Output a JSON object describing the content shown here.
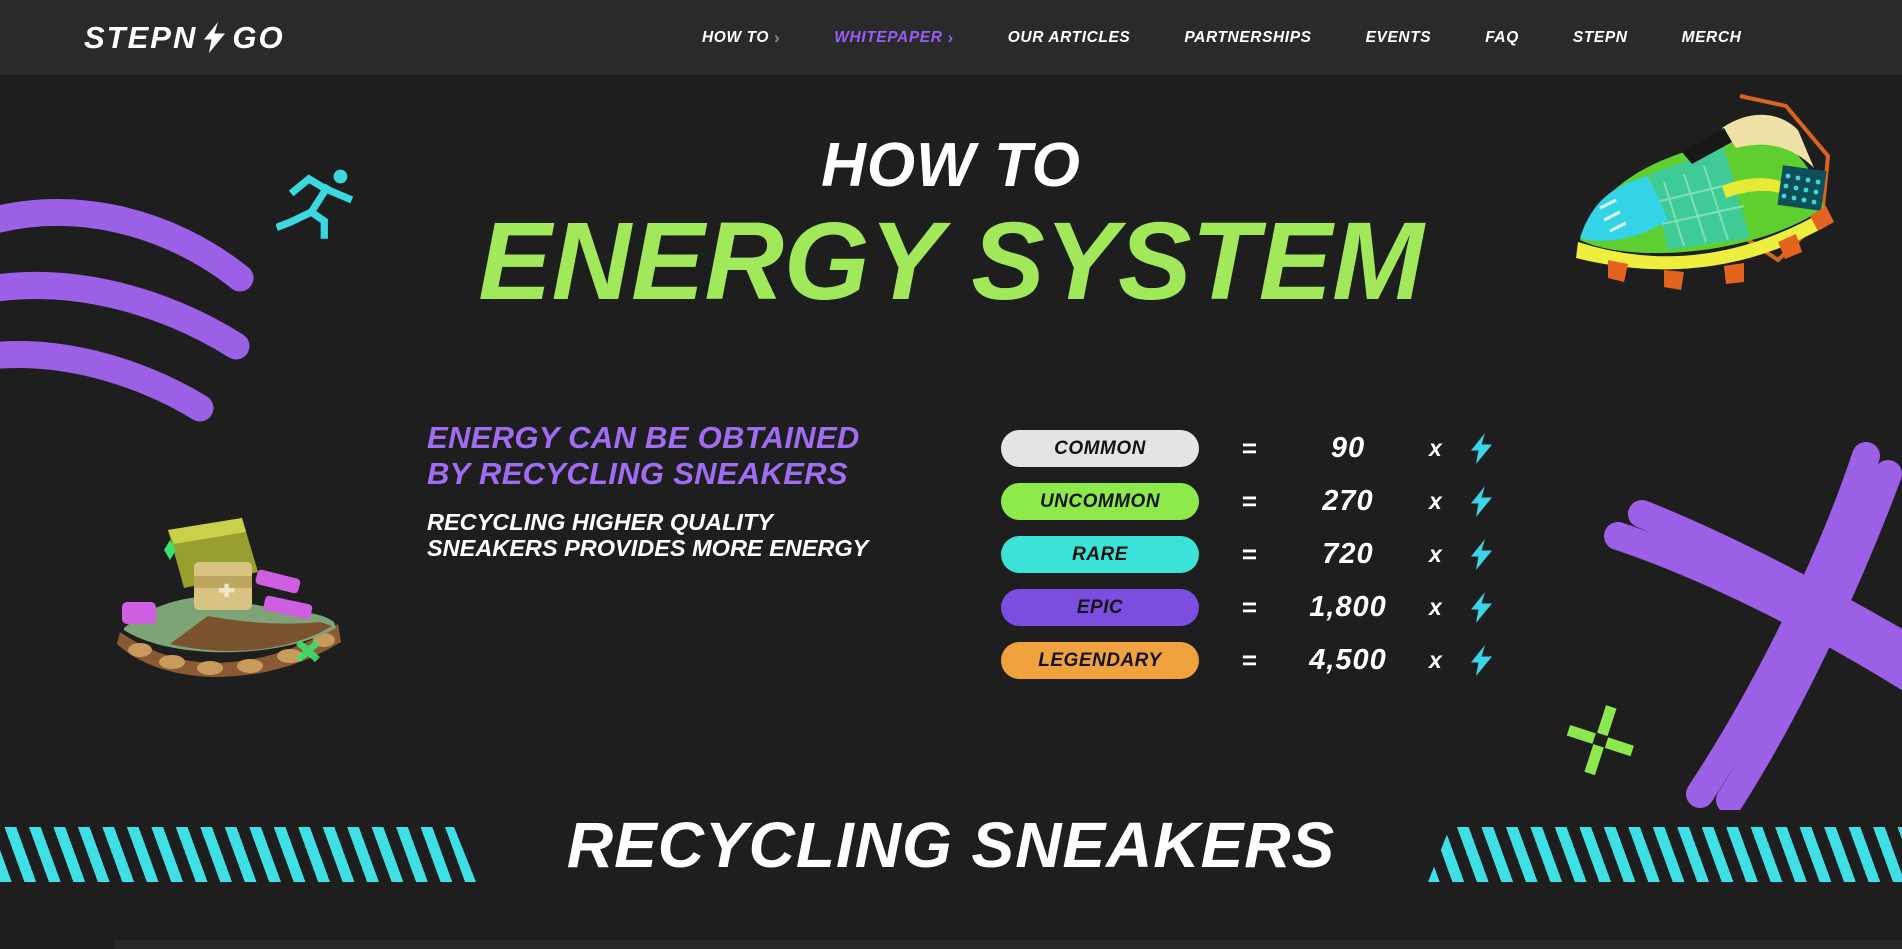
{
  "nav": {
    "logo_part1": "STEPN",
    "logo_part2": "GO",
    "chevron_glyph": "›",
    "items": [
      {
        "label": "HOW TO",
        "has_chevron": true,
        "active": false
      },
      {
        "label": "WHITEPAPER",
        "has_chevron": true,
        "active": true
      },
      {
        "label": "OUR ARTICLES",
        "has_chevron": false,
        "active": false
      },
      {
        "label": "PARTNERSHIPS",
        "has_chevron": false,
        "active": false
      },
      {
        "label": "EVENTS",
        "has_chevron": false,
        "active": false
      },
      {
        "label": "FAQ",
        "has_chevron": false,
        "active": false
      },
      {
        "label": "STEPN",
        "has_chevron": false,
        "active": false
      },
      {
        "label": "MERCH",
        "has_chevron": false,
        "active": false
      }
    ]
  },
  "hero": {
    "kicker": "HOW TO",
    "title": "ENERGY SYSTEM"
  },
  "energy_info": {
    "heading_line1": "ENERGY CAN BE OBTAINED",
    "heading_line2": "BY RECYCLING SNEAKERS",
    "subtext_line1": "RECYCLING HIGHER QUALITY",
    "subtext_line2": "SNEAKERS PROVIDES MORE ENERGY"
  },
  "rarity_table": {
    "energy_icon": "lightning-bolt",
    "rows": [
      {
        "rarity": "COMMON",
        "pill_color": "#E5E3E3",
        "equals": "=",
        "value": "90",
        "times": "x"
      },
      {
        "rarity": "UNCOMMON",
        "pill_color": "#8EE94A",
        "equals": "=",
        "value": "270",
        "times": "x"
      },
      {
        "rarity": "RARE",
        "pill_color": "#3CE2D8",
        "equals": "=",
        "value": "720",
        "times": "x"
      },
      {
        "rarity": "EPIC",
        "pill_color": "#7C4EE0",
        "equals": "=",
        "value": "1,800",
        "times": "x"
      },
      {
        "rarity": "LEGENDARY",
        "pill_color": "#F0A23E",
        "equals": "=",
        "value": "4,500",
        "times": "x"
      }
    ]
  },
  "section_heading": "RECYCLING SNEAKERS",
  "colors": {
    "page_bg": "#1F1E1E",
    "nav_bg": "#2B2A2A",
    "title_green": "#A1E95A",
    "accent_purple": "#A06CF1",
    "nav_active_purple": "#9B5CF6",
    "energy_cyan": "#3DD4E8",
    "stripe_cyan": "#3EE0E5",
    "scribble_purple": "#A263F0",
    "plus_green": "#8CE84C"
  }
}
